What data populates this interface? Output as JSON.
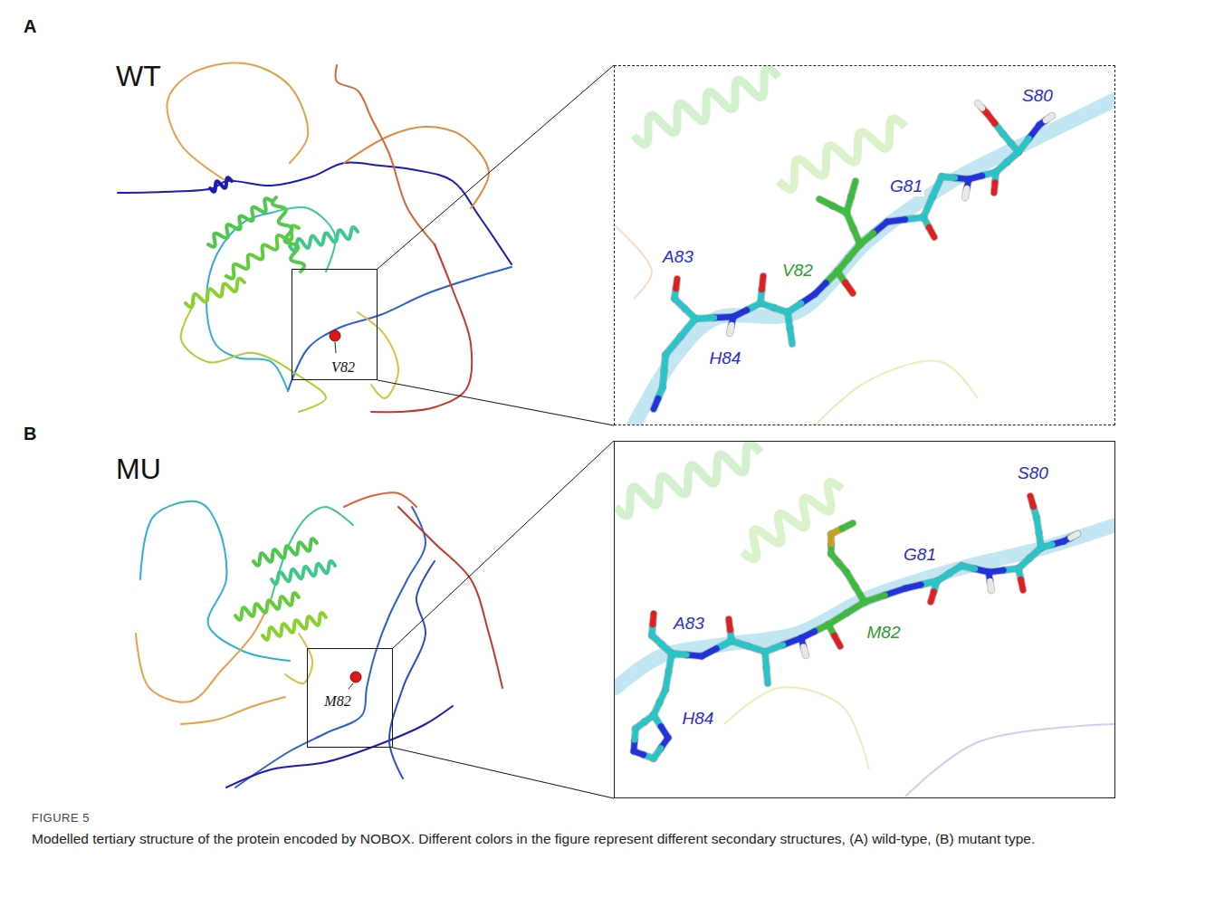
{
  "diagram": {
    "caption": "Modelled tertiary structure of the protein encoded by NOBOX. Different colors in the figure represent different secondary structures, (A) wild-type, (B) mutant type.",
    "nodes": [
      {
        "text": [
          "V82"
        ]
      },
      {
        "text": [
          "S80",
          "G81",
          "V82",
          "A83",
          "H84"
        ]
      },
      {
        "text": [
          "M82"
        ]
      },
      {
        "text": [
          "S80",
          "G81",
          "M82",
          "A83",
          "H84"
        ]
      }
    ],
    "edges": [
      {
        "from": 0,
        "to": 1,
        "arrow": "none"
      },
      {
        "from": 0,
        "to": 1,
        "arrow": "none"
      },
      {
        "from": 2,
        "to": 3,
        "arrow": "none"
      },
      {
        "from": 2,
        "to": 3,
        "arrow": "none"
      }
    ],
    "labels": [
      "A",
      "WT",
      "B",
      "MU",
      "FIGURE 5"
    ]
  }
}
